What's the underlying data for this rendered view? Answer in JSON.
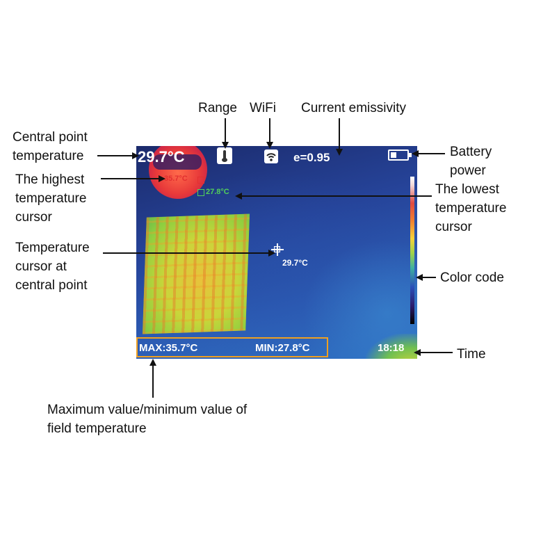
{
  "callouts": {
    "range": "Range",
    "wifi": "WiFi",
    "emissivity": "Current emissivity",
    "central_point_temperature": "Central point\ntemperature",
    "battery_power": "Battery\npower",
    "highest_cursor": "The highest\ntemperature\ncursor",
    "lowest_cursor": "The lowest\ntemperature\ncursor",
    "center_cursor": "Temperature\ncursor at\ncentral point",
    "color_code": "Color code",
    "time": "Time",
    "max_min": "Maximum value/minimum value of\nfield temperature"
  },
  "screen": {
    "center_temperature": "29.7°C",
    "emissivity": "e=0.95",
    "highest_cursor_value": "35.7°C",
    "lowest_cursor_value": "27.8°C",
    "center_cursor_value": "29.7°C",
    "max_label": "MAX:35.7°C",
    "min_label": "MIN:27.8°C",
    "time": "18:18"
  },
  "icons": {
    "range": "thermometer-icon",
    "wifi": "wifi-icon",
    "battery": "battery-icon"
  },
  "colors": {
    "highest_cursor": "#e23030",
    "lowest_cursor": "#52d05a",
    "max_min_box": "#f0a020"
  }
}
